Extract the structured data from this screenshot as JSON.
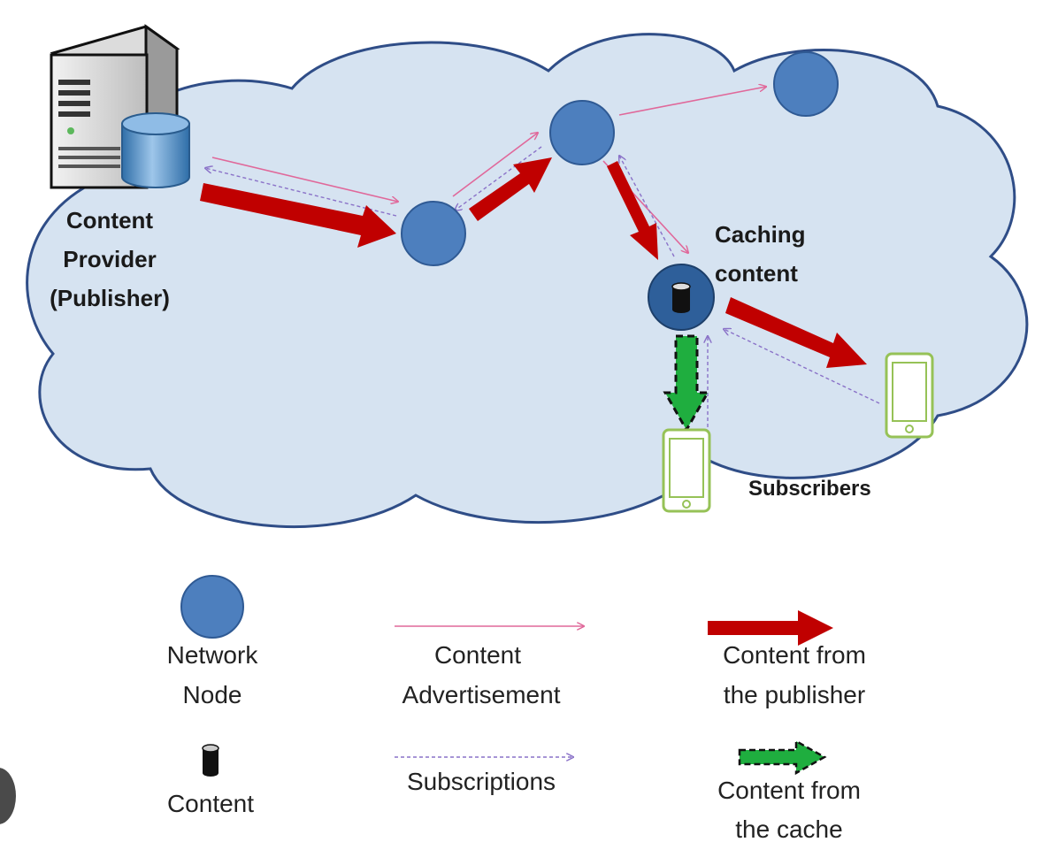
{
  "labels": {
    "provider_line1": "Content",
    "provider_line2": "Provider",
    "provider_line3": "(Publisher)",
    "caching_line1": "Caching",
    "caching_line2": "content",
    "subscribers": "Subscribers"
  },
  "legend": {
    "network_node_line1": "Network",
    "network_node_line2": "Node",
    "content": "Content",
    "advertisement_line1": "Content",
    "advertisement_line2": "Advertisement",
    "subscriptions": "Subscriptions",
    "from_publisher_line1": "Content from",
    "from_publisher_line2": "the publisher",
    "from_cache_line1": "Content from",
    "from_cache_line2": "the cache"
  },
  "icons": {
    "server": "server-icon",
    "database": "database-icon",
    "phone": "smartphone-icon",
    "content": "content-cylinder-icon"
  },
  "colors": {
    "cloud_fill": "#d6e3f1",
    "cloud_stroke": "#2f4d87",
    "node_fill": "#4d7fbe",
    "node_stroke": "#2f5a94",
    "publisher_arrow": "#c00000",
    "advertisement_arrow": "#e0689a",
    "subscription_arrow": "#8a72c8",
    "cache_arrow": "#1fae3f",
    "phone_stroke": "#96c257"
  }
}
